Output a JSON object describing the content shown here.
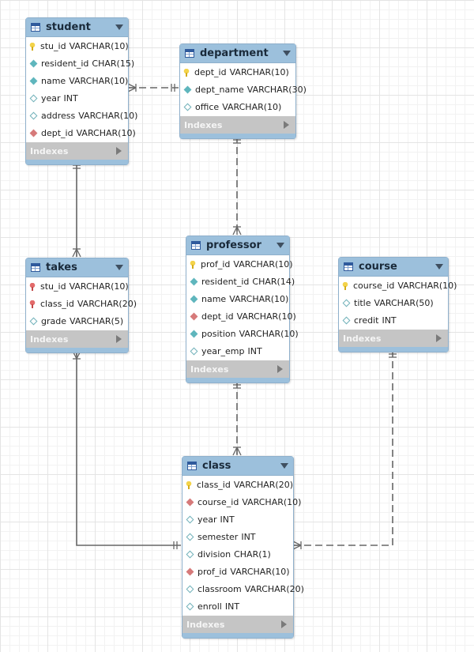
{
  "indexes_label": "Indexes",
  "tables": [
    {
      "id": "student",
      "title": "student",
      "columns": [
        {
          "name": "stu_id",
          "type": "VARCHAR(10)",
          "icon": "pk"
        },
        {
          "name": "resident_id",
          "type": "CHAR(15)",
          "icon": "nn"
        },
        {
          "name": "name",
          "type": "VARCHAR(10)",
          "icon": "nn"
        },
        {
          "name": "year",
          "type": "INT",
          "icon": "empty"
        },
        {
          "name": "address",
          "type": "VARCHAR(10)",
          "icon": "empty"
        },
        {
          "name": "dept_id",
          "type": "VARCHAR(10)",
          "icon": "fk"
        }
      ]
    },
    {
      "id": "department",
      "title": "department",
      "columns": [
        {
          "name": "dept_id",
          "type": "VARCHAR(10)",
          "icon": "pk"
        },
        {
          "name": "dept_name",
          "type": "VARCHAR(30)",
          "icon": "nn"
        },
        {
          "name": "office",
          "type": "VARCHAR(10)",
          "icon": "empty"
        }
      ]
    },
    {
      "id": "takes",
      "title": "takes",
      "columns": [
        {
          "name": "stu_id",
          "type": "VARCHAR(10)",
          "icon": "pkfk"
        },
        {
          "name": "class_id",
          "type": "VARCHAR(20)",
          "icon": "pkfk"
        },
        {
          "name": "grade",
          "type": "VARCHAR(5)",
          "icon": "empty"
        }
      ]
    },
    {
      "id": "professor",
      "title": "professor",
      "columns": [
        {
          "name": "prof_id",
          "type": "VARCHAR(10)",
          "icon": "pk"
        },
        {
          "name": "resident_id",
          "type": "CHAR(14)",
          "icon": "nn"
        },
        {
          "name": "name",
          "type": "VARCHAR(10)",
          "icon": "nn"
        },
        {
          "name": "dept_id",
          "type": "VARCHAR(10)",
          "icon": "fk"
        },
        {
          "name": "position",
          "type": "VARCHAR(10)",
          "icon": "nn"
        },
        {
          "name": "year_emp",
          "type": "INT",
          "icon": "empty"
        }
      ]
    },
    {
      "id": "course",
      "title": "course",
      "columns": [
        {
          "name": "course_id",
          "type": "VARCHAR(10)",
          "icon": "pk"
        },
        {
          "name": "title",
          "type": "VARCHAR(50)",
          "icon": "empty"
        },
        {
          "name": "credit",
          "type": "INT",
          "icon": "empty"
        }
      ]
    },
    {
      "id": "class",
      "title": "class",
      "columns": [
        {
          "name": "class_id",
          "type": "VARCHAR(20)",
          "icon": "pk"
        },
        {
          "name": "course_id",
          "type": "VARCHAR(10)",
          "icon": "fk"
        },
        {
          "name": "year",
          "type": "INT",
          "icon": "empty"
        },
        {
          "name": "semester",
          "type": "INT",
          "icon": "empty"
        },
        {
          "name": "division",
          "type": "CHAR(1)",
          "icon": "empty"
        },
        {
          "name": "prof_id",
          "type": "VARCHAR(10)",
          "icon": "fk"
        },
        {
          "name": "classroom",
          "type": "VARCHAR(20)",
          "icon": "empty"
        },
        {
          "name": "enroll",
          "type": "INT",
          "icon": "empty"
        }
      ]
    }
  ],
  "relationships": [
    {
      "from": "department",
      "to": "student",
      "cardinality": "one-to-many",
      "style": "dashed"
    },
    {
      "from": "student",
      "to": "takes",
      "cardinality": "one-to-many",
      "style": "solid"
    },
    {
      "from": "department",
      "to": "professor",
      "cardinality": "one-to-many",
      "style": "dashed"
    },
    {
      "from": "professor",
      "to": "class",
      "cardinality": "one-to-many",
      "style": "dashed"
    },
    {
      "from": "class",
      "to": "takes",
      "cardinality": "one-to-many",
      "style": "solid"
    },
    {
      "from": "course",
      "to": "class",
      "cardinality": "one-to-many",
      "style": "dashed"
    }
  ],
  "colors": {
    "header": "#9cc0dc",
    "line": "#666666",
    "pk": "#f3d34a",
    "fk": "#d67a7a",
    "not_null": "#5fb6bd"
  }
}
